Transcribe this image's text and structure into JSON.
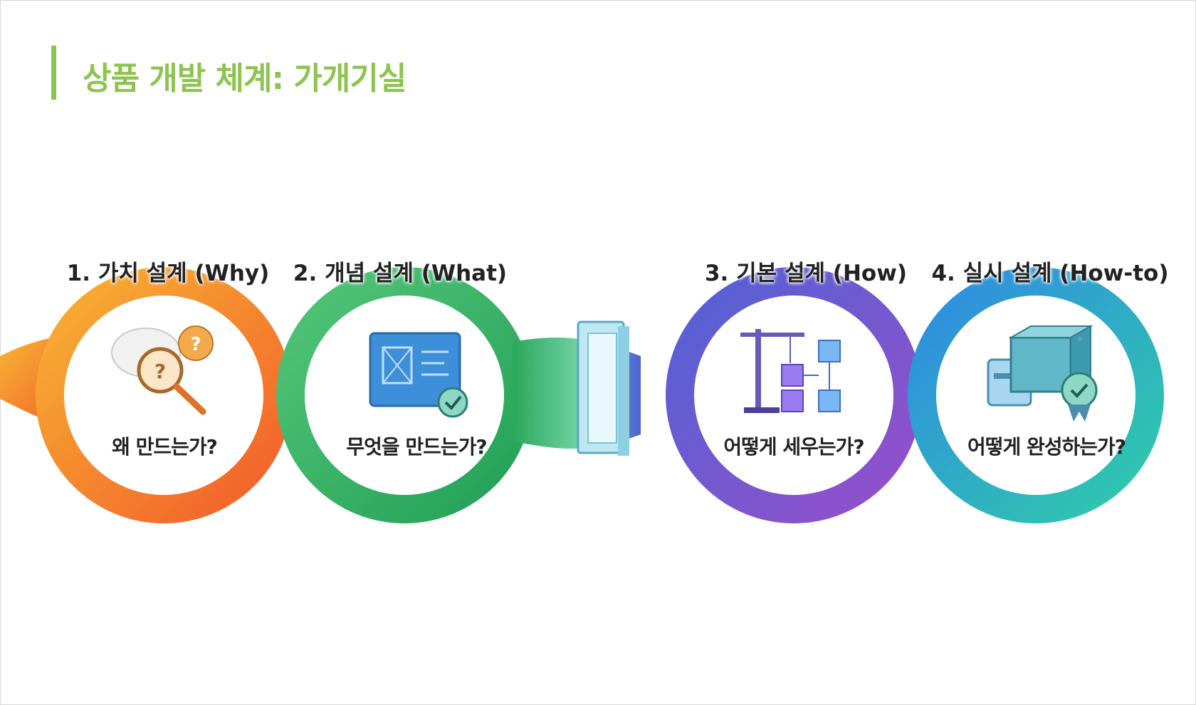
{
  "slide": {
    "title": "상품 개발 체계: 가개기실"
  },
  "steps": [
    {
      "title": "1. 가치 설계 (Why)",
      "question": "왜 만드는가?",
      "icon": "magnifier-question-icon",
      "color_start": "#f2a52b",
      "color_end": "#f56a2e"
    },
    {
      "title": "2. 개념 설계 (What)",
      "question": "무엇을 만드는가?",
      "icon": "blueprint-check-icon",
      "color_start": "#3fbf6b",
      "color_end": "#2aa85c"
    },
    {
      "title": "3. 기본 설계 (How)",
      "question": "어떻게 세우는가?",
      "icon": "crane-blocks-icon",
      "color_start": "#5a5fd0",
      "color_end": "#8b4fc8"
    },
    {
      "title": "4. 실시 설계 (How-to)",
      "question": "어떻게 완성하는가?",
      "icon": "box-badge-icon",
      "color_start": "#3a8fe0",
      "color_end": "#2cc6a8"
    }
  ],
  "connector": {
    "icon": "doorway-icon"
  }
}
